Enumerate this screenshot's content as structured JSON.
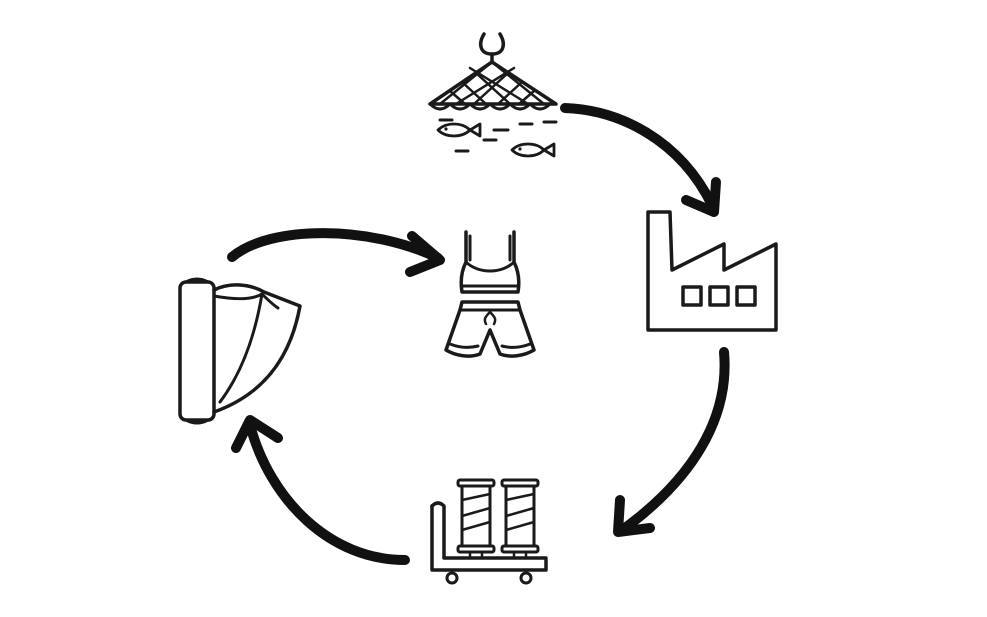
{
  "diagram": {
    "type": "cycle",
    "steps": [
      {
        "id": "fishing-net",
        "icon": "fishing-net-icon"
      },
      {
        "id": "factory",
        "icon": "factory-icon"
      },
      {
        "id": "thread-spools",
        "icon": "thread-spools-icon"
      },
      {
        "id": "fabric-roll",
        "icon": "fabric-roll-icon"
      },
      {
        "id": "clothing",
        "icon": "sportswear-icon"
      }
    ],
    "colors": {
      "ink": "#111111",
      "background": "#ffffff"
    }
  }
}
